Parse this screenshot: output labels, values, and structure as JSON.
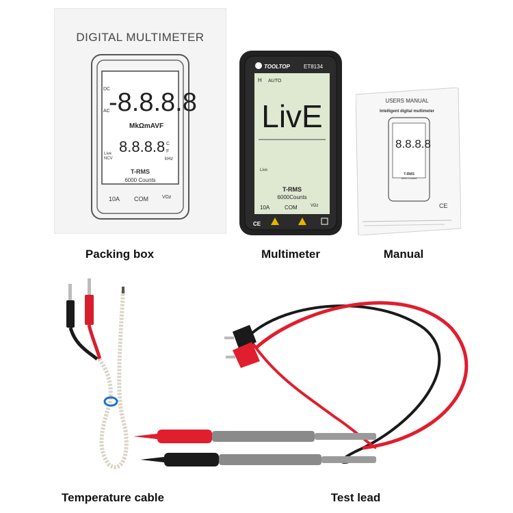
{
  "captions": {
    "packing_box": "Packing box",
    "multimeter": "Multimeter",
    "manual": "Manual",
    "temperature_cable": "Temperature cable",
    "test_lead": "Test lead"
  },
  "packing_box": {
    "title": "DIGITAL MULTIMETER",
    "display_digits": "-8.8.8.8",
    "sub_digits": "8.8.8.8",
    "units": "MkΩmAVF",
    "trms": "T-RMS",
    "counts": "6000 Counts",
    "dc": "DC",
    "ac": "AC",
    "live": "Live",
    "ncv": "NCV",
    "unit_c": "C",
    "unit_f": "F",
    "unit_khz": "kHz",
    "port_a": "10A",
    "port_com": "COM",
    "port_v": "VΩz"
  },
  "multimeter": {
    "brand": "TOOLTOP",
    "model": "ET8134",
    "hold": "H",
    "auto": "AUTO",
    "screen_text": "LivE",
    "live": "Live",
    "trms": "T-RMS",
    "counts": "6000Counts",
    "port_a": "10A",
    "port_com": "COM",
    "port_v": "VΩz",
    "ce": "CE"
  },
  "manual": {
    "title": "USERS MANUAL",
    "subtitle": "Intelligent digital multimeter",
    "digits": "8.8.8.8",
    "trms": "T-RMS",
    "counts": "6000 Counts",
    "ce": "CE"
  },
  "colors": {
    "lead_red": "#e01e2e",
    "lead_black": "#1a1a1a",
    "lcd": "#dfe9d2",
    "box_bg": "#f4f4f4"
  }
}
